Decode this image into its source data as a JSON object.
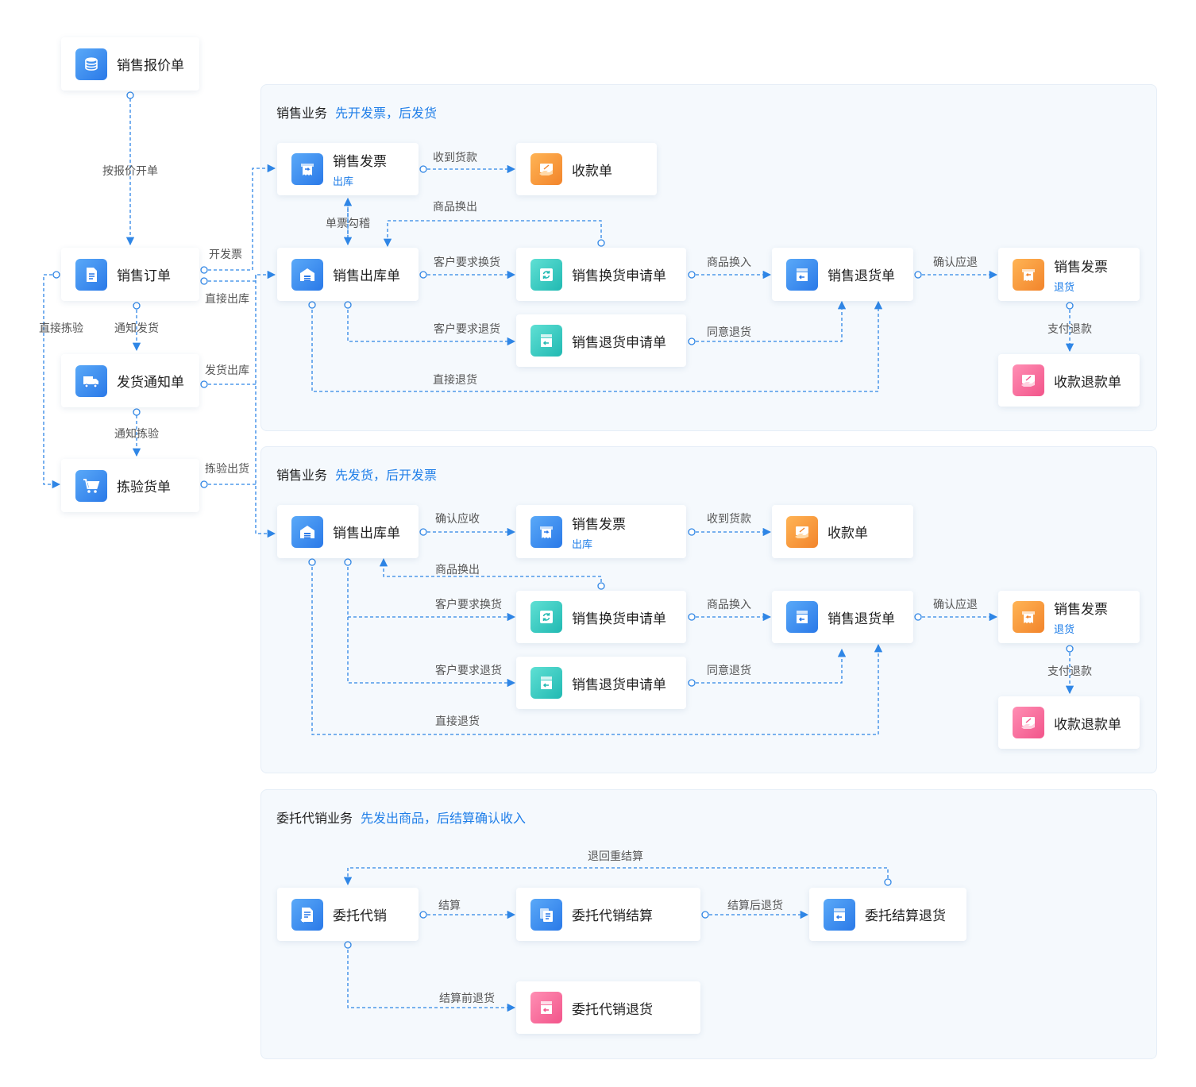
{
  "sections": {
    "invoice_first": {
      "title": "销售业务",
      "subtitle": "先开发票，后发货"
    },
    "ship_first": {
      "title": "销售业务",
      "subtitle": "先发货，后开发票"
    },
    "consign": {
      "title": "委托代销业务",
      "subtitle": "先发出商品，后结算确认收入"
    }
  },
  "nodes": {
    "quote": {
      "label": "销售报价单",
      "icon": "coins-icon"
    },
    "order": {
      "label": "销售订单",
      "icon": "document-icon"
    },
    "delivery_notice": {
      "label": "发货通知单",
      "icon": "truck-icon"
    },
    "picking": {
      "label": "拣验货单",
      "icon": "cart-icon"
    },
    "s1_invoice": {
      "label": "销售发票",
      "sub": "出库",
      "icon": "invoice-icon"
    },
    "s1_receipt": {
      "label": "收款单",
      "icon": "receipt-icon"
    },
    "s1_outbound": {
      "label": "销售出库单",
      "icon": "warehouse-icon"
    },
    "s1_exchange": {
      "label": "销售换货申请单",
      "icon": "exchange-icon"
    },
    "s1_return_req": {
      "label": "销售退货申请单",
      "icon": "return-box-icon"
    },
    "s1_return": {
      "label": "销售退货单",
      "icon": "return-box-icon"
    },
    "s1_return_invoice": {
      "label": "销售发票",
      "sub": "退货",
      "icon": "invoice-return-icon"
    },
    "s1_refund": {
      "label": "收款退款单",
      "icon": "refund-icon"
    },
    "s2_outbound": {
      "label": "销售出库单",
      "icon": "warehouse-icon"
    },
    "s2_invoice": {
      "label": "销售发票",
      "sub": "出库",
      "icon": "invoice-icon"
    },
    "s2_receipt": {
      "label": "收款单",
      "icon": "receipt-icon"
    },
    "s2_exchange": {
      "label": "销售换货申请单",
      "icon": "exchange-icon"
    },
    "s2_return_req": {
      "label": "销售退货申请单",
      "icon": "return-box-icon"
    },
    "s2_return": {
      "label": "销售退货单",
      "icon": "return-box-icon"
    },
    "s2_return_invoice": {
      "label": "销售发票",
      "sub": "退货",
      "icon": "invoice-return-icon"
    },
    "s2_refund": {
      "label": "收款退款单",
      "icon": "refund-icon"
    },
    "c_consign": {
      "label": "委托代销",
      "icon": "consign-doc-icon"
    },
    "c_settle": {
      "label": "委托代销结算",
      "icon": "settle-icon"
    },
    "c_settle_return": {
      "label": "委托结算退货",
      "icon": "return-box-icon"
    },
    "c_return": {
      "label": "委托代销退货",
      "icon": "return-box-icon"
    }
  },
  "edges": {
    "quote_to_order": "按报价开单",
    "invoice": "开发票",
    "direct_out": "直接出库",
    "direct_pick": "直接拣验",
    "notify_ship": "通知发货",
    "ship_out": "发货出库",
    "notify_pick": "通知拣验",
    "pick_out": "拣验出货",
    "s1_received": "收到货款",
    "s1_check": "单票勾稽",
    "s1_goods_out": "商品换出",
    "s1_cust_exchange": "客户要求换货",
    "s1_goods_in": "商品换入",
    "s1_confirm_refund": "确认应退",
    "s1_cust_return": "客户要求退货",
    "s1_agree_return": "同意退货",
    "s1_direct_return": "直接退货",
    "s1_pay_refund": "支付退款",
    "s2_confirm_recv": "确认应收",
    "s2_received": "收到货款",
    "s2_goods_out": "商品换出",
    "s2_cust_exchange": "客户要求换货",
    "s2_goods_in": "商品换入",
    "s2_confirm_refund": "确认应退",
    "s2_cust_return": "客户要求退货",
    "s2_agree_return": "同意退货",
    "s2_direct_return": "直接退货",
    "s2_pay_refund": "支付退款",
    "c_back_resettle": "退回重结算",
    "c_settle": "结算",
    "c_after_settle_return": "结算后退货",
    "c_before_settle_return": "结算前退货"
  },
  "colors": {
    "accent": "#1f7ee8",
    "line": "#2f86e6",
    "panel_bg": "#f5f9fd"
  }
}
